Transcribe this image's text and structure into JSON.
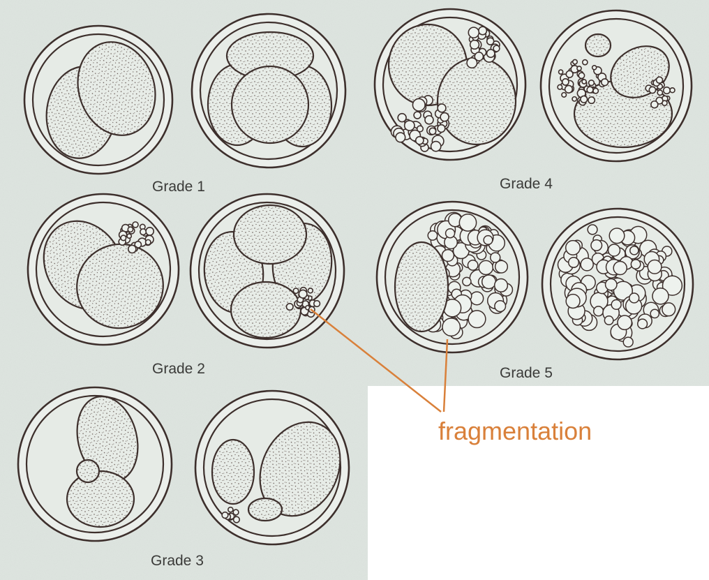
{
  "figure": {
    "grades": [
      {
        "label": "Grade 1",
        "embryos": [
          "two-blastomere",
          "four-blastomere"
        ]
      },
      {
        "label": "Grade 2",
        "embryos": [
          "two-blastomere-small-fragments",
          "four-blastomere-small-fragments"
        ]
      },
      {
        "label": "Grade 3",
        "embryos": [
          "uneven-overlapping-blastomeres",
          "uneven-blastomeres"
        ]
      },
      {
        "label": "Grade 4",
        "embryos": [
          "blastomeres-with-fragments",
          "blastomeres-with-heavy-fragments"
        ]
      },
      {
        "label": "Grade 5",
        "embryos": [
          "blastomere-with-extensive-fragments",
          "fully-fragmented"
        ]
      }
    ],
    "annotation": {
      "label": "fragmentation"
    },
    "colors": {
      "paper": "#dfe6e1",
      "ink": "#3d2f2c",
      "cytoplasm": "#e6ebe6",
      "zona": "#ebefeb",
      "annotation": "#d9803a",
      "blank": "#ffffff"
    }
  }
}
